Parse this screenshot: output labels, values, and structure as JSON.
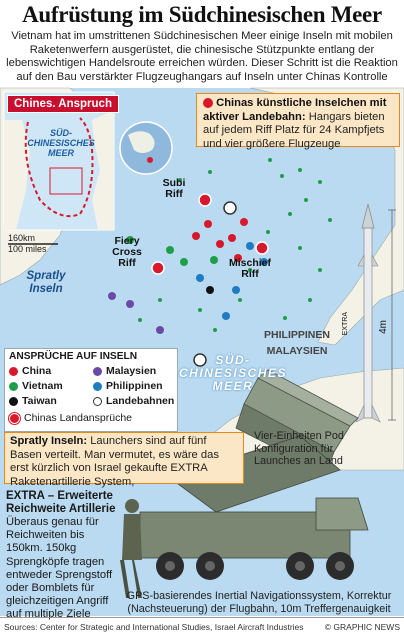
{
  "title": "Aufrüstung im Südchinesischen Meer",
  "intro": "Vietnam hat im umstrittenen Südchinesischen Meer einige Inseln mit mobilen Raketenwerfern ausgerüstet, die chinesische Stützpunkte entlang der lebenswichtigen Handelsroute erreichen würden. Dieser Schritt ist die Reaktion auf den Bau verstärkter Flugzeughangars auf Inseln unter Chinas Kontrolle",
  "inset": {
    "tag": "Chines. Anspruch",
    "sea_label": "SÜD-CHINESISCHES MEER"
  },
  "islands_box": {
    "heading": "Chinas künstliche Inselchen mit aktiver Landebahn:",
    "body": "Hangars bieten auf jedem Riff Platz für 24 Kampfjets und vier größere Flugzeuge"
  },
  "places": {
    "subi": "Subi Riff",
    "fiery": "Fiery Cross Riff",
    "mischief": "Mischief Riff",
    "spratly": "Spratly Inseln",
    "philippinen": "PHILIPPINEN",
    "malaysien": "MALAYSIEN",
    "sea": "SÜD-CHINESISCHES MEER"
  },
  "scale": {
    "km": "160km",
    "miles": "100 miles"
  },
  "rocket_label": "EXTRA",
  "rocket_length": "4m",
  "legend": {
    "title": "ANSPRÜCHE AUF INSELN",
    "items": [
      {
        "label": "China",
        "color": "#d7192b"
      },
      {
        "label": "Malaysien",
        "color": "#6b4aa6"
      },
      {
        "label": "Vietnam",
        "color": "#1f9e49"
      },
      {
        "label": "Philippinen",
        "color": "#1f7cc2"
      },
      {
        "label": "Taiwan",
        "color": "#111111"
      },
      {
        "label": "Landebahnen",
        "color": "#333333"
      },
      {
        "label": "Chinas Landansprüche",
        "color": "#d7192b"
      }
    ]
  },
  "spratly_box": {
    "heading": "Spratly Inseln:",
    "body": "Launchers sind auf fünf Basen verteilt. Man vermutet, es wäre das erst kürzlich von Israel gekaufte EXTRA Raketenartillerie System,"
  },
  "pod_caption": "Vier-Einheiten Pod Konfiguration für Launches an Land",
  "extra": {
    "heading": "EXTRA – Erweiterte Reichweite Artillerie",
    "body": "Überaus genau für Reichweiten bis 150km. 150kg Sprengköpfe tragen entweder Sprengstoff oder Bomblets für gleichzeitigen Angriff auf multiple Ziele"
  },
  "gps_caption": "GPS-basierendes Inertial Navigationssystem, Korrektur (Nachsteuerung) der Flugbahn, 10m Treffergenauigkeit",
  "footer": {
    "source": "Sources: Center for Strategic and International Studies, Israel Aircraft Industries",
    "copyright": "© GRAPHIC NEWS"
  },
  "colors": {
    "china": "#d7192b",
    "vietnam": "#1f9e49",
    "philippines": "#1f7cc2",
    "malaysia": "#6b4aa6",
    "taiwan": "#111111",
    "sea": "#b9daf0",
    "box": "#fbe7c5",
    "accent": "#e58a1a"
  }
}
